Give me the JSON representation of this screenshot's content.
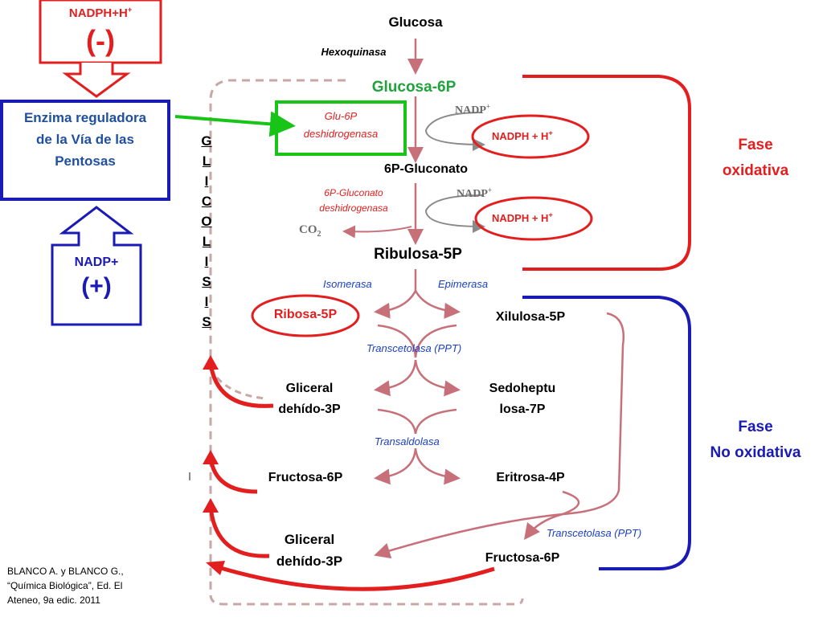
{
  "inhibitor": {
    "cofactor": "NADPH+H",
    "charge": "+",
    "sign": "(-)"
  },
  "activator": {
    "cofactor": "NADP+",
    "sign": "(+)"
  },
  "regulator": {
    "line1": "Enzima reguladora",
    "line2": "de la Vía de las",
    "line3": "Pentosas"
  },
  "glycolysis_letters": [
    "G",
    "L",
    "I",
    "C",
    "O",
    "L",
    "I",
    "S",
    "I",
    "S"
  ],
  "metabolites": {
    "glucosa": "Glucosa",
    "glucosa6p": "Glucosa-6P",
    "gluconato6p": "6P-Gluconato",
    "ribulosa5p": "Ribulosa-5P",
    "ribosa5p": "Ribosa-5P",
    "xilulosa5p": "Xilulosa-5P",
    "gliceraldehido3p_a": {
      "line1": "Gliceral",
      "line2": "dehído-3P"
    },
    "sedoheptulosa7p": {
      "line1": "Sedoheptu",
      "line2": "losa-7P"
    },
    "fructosa6p_left": "Fructosa-6P",
    "eritrosa4p": "Eritrosa-4P",
    "gliceraldehido3p_b": {
      "line1": "Gliceral",
      "line2": "dehído-3P"
    },
    "fructosa6p_bottom": "Fructosa-6P"
  },
  "enzymes": {
    "hexoquinasa": "Hexoquinasa",
    "g6pdh": {
      "line1": "Glu-6P",
      "line2": "deshidrogenasa"
    },
    "pgdh": {
      "line1": "6P-Gluconato",
      "line2": "deshidrogenasa"
    },
    "isomerasa": "Isomerasa",
    "epimerasa": "Epimerasa",
    "transcetolasa_1": "Transcetolasa (PPT)",
    "transaldolasa": "Transaldolasa",
    "transcetolasa_2": "Transcetolasa (PPT)"
  },
  "cofactors": {
    "nadp_1": "NADP",
    "nadp_1_sup": "+",
    "nadph_1": "NADPH + H",
    "nadph_1_sup": "+",
    "nadp_2": "NADP",
    "nadp_2_sup": "+",
    "nadph_2": "NADPH + H",
    "nadph_2_sup": "+",
    "co2": "CO",
    "co2_sub": "2"
  },
  "phases": {
    "oxidative": {
      "line1": "Fase",
      "line2": "oxidativa"
    },
    "non_oxidative": {
      "line1": "Fase",
      "line2": "No oxidativa"
    }
  },
  "citation": {
    "line1": "BLANCO A. y BLANCO G.,",
    "line2": "“Química Biológica”, Ed. El",
    "line3": "Ateneo, 9a edic. 2011"
  },
  "colors": {
    "red": "#e31e1e",
    "blue": "#1a1ab4",
    "green": "#17c417",
    "teal_green": "#1fa33a",
    "enzyme_blue": "#1a3fc4",
    "arrow_pink": "#c8707a",
    "dashed_gray": "#c9a7a7"
  }
}
